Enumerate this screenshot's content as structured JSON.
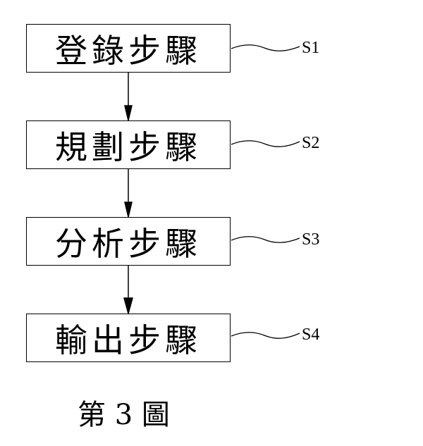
{
  "steps": [
    {
      "text": "登錄步驟",
      "label": "S1"
    },
    {
      "text": "規劃步驟",
      "label": "S2"
    },
    {
      "text": "分析步驟",
      "label": "S3"
    },
    {
      "text": "輸出步驟",
      "label": "S4"
    }
  ],
  "caption": "第 3 圖"
}
